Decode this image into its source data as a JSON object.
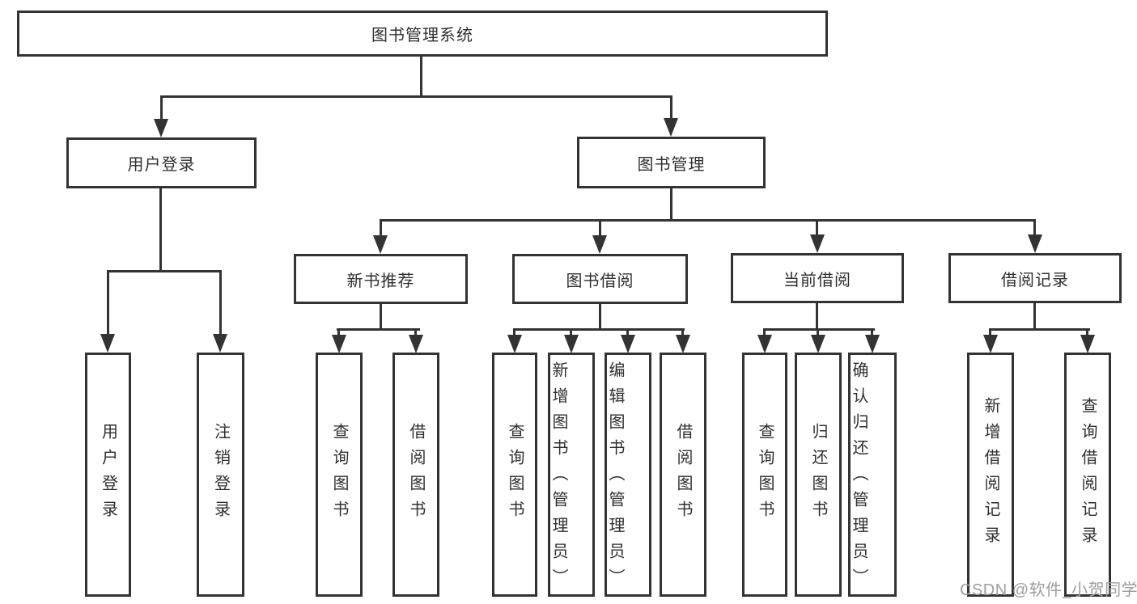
{
  "nodes": {
    "root": "图书管理系统",
    "user_login": "用户登录",
    "book_mgmt": "图书管理",
    "new_books": "新书推荐",
    "book_borrow": "图书借阅",
    "current_borrow": "当前借阅",
    "borrow_records": "借阅记录",
    "leaf_user_login": "用户登录",
    "leaf_logout": "注销登录",
    "leaf_nb_query": "查询图书",
    "leaf_nb_borrow": "借阅图书",
    "leaf_bb_query": "查询图书",
    "leaf_bb_add": "新增图书（管理员）",
    "leaf_bb_edit": "编辑图书（管理员）",
    "leaf_bb_borrow": "借阅图书",
    "leaf_cb_query": "查询图书",
    "leaf_cb_return": "归还图书",
    "leaf_cb_confirm": "确认归还（管理员）",
    "leaf_br_add": "新增借阅记录",
    "leaf_br_query": "查询借阅记录"
  },
  "watermark": {
    "text": "CSDN @软件_小贺同学"
  },
  "colors": {
    "line": "#333333",
    "text": "#2f2f2f",
    "watermark": "#9d9d9d",
    "background": "#ffffff"
  }
}
